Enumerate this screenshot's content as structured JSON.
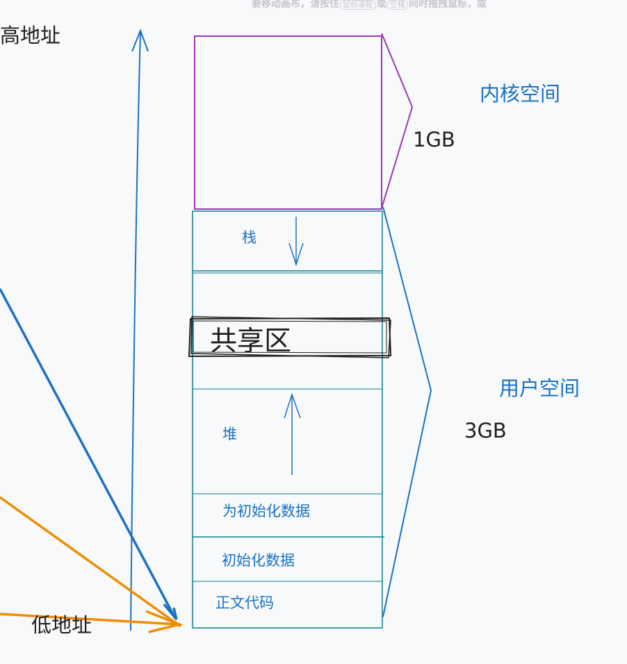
{
  "hint": {
    "text": "要移动画布，请按住",
    "key1": "鼠标滚轮",
    "or": "或",
    "key2": "空格",
    "tail": "同时拖拽鼠标，或"
  },
  "labels": {
    "high_address": "高地址",
    "low_address": "低地址",
    "kernel_space": "内核空间",
    "kernel_size": "1GB",
    "user_space": "用户空间",
    "user_size": "3GB"
  },
  "segments": {
    "stack": "栈",
    "shared": "共享区",
    "heap": "堆",
    "uninit_data": "为初始化数据",
    "init_data": "初始化数据",
    "text_code": "正文代码"
  },
  "colors": {
    "blue": "#1971c2",
    "teal": "#0c7c8c",
    "purple": "#9c36b5",
    "orange": "#f08c00",
    "ink": "#1e1e1e"
  }
}
